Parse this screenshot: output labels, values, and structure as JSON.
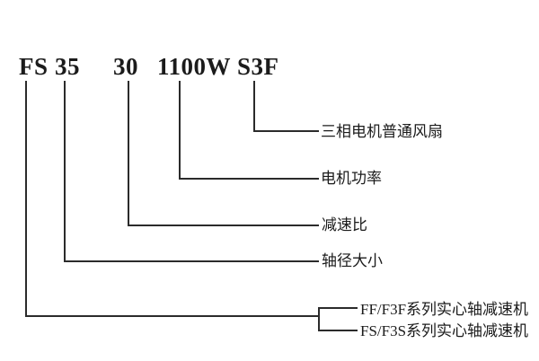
{
  "diagram": {
    "description": "model-code-nomenclature-diagram",
    "code": {
      "segments": [
        "FS",
        "35",
        "30",
        "1100W",
        "S3F"
      ]
    },
    "labels": {
      "fan": "三相电机普通风扇",
      "motor_power": "电机功率",
      "reduction_ratio": "减速比",
      "shaft_size": "轴径大小",
      "series_ff": "FF/F3F系列实心轴减速机",
      "series_fs": "FS/F3S系列实心轴减速机"
    },
    "colors": {
      "line": "#2b2b2b",
      "text": "#1b1b1b",
      "background": "#ffffff"
    }
  }
}
